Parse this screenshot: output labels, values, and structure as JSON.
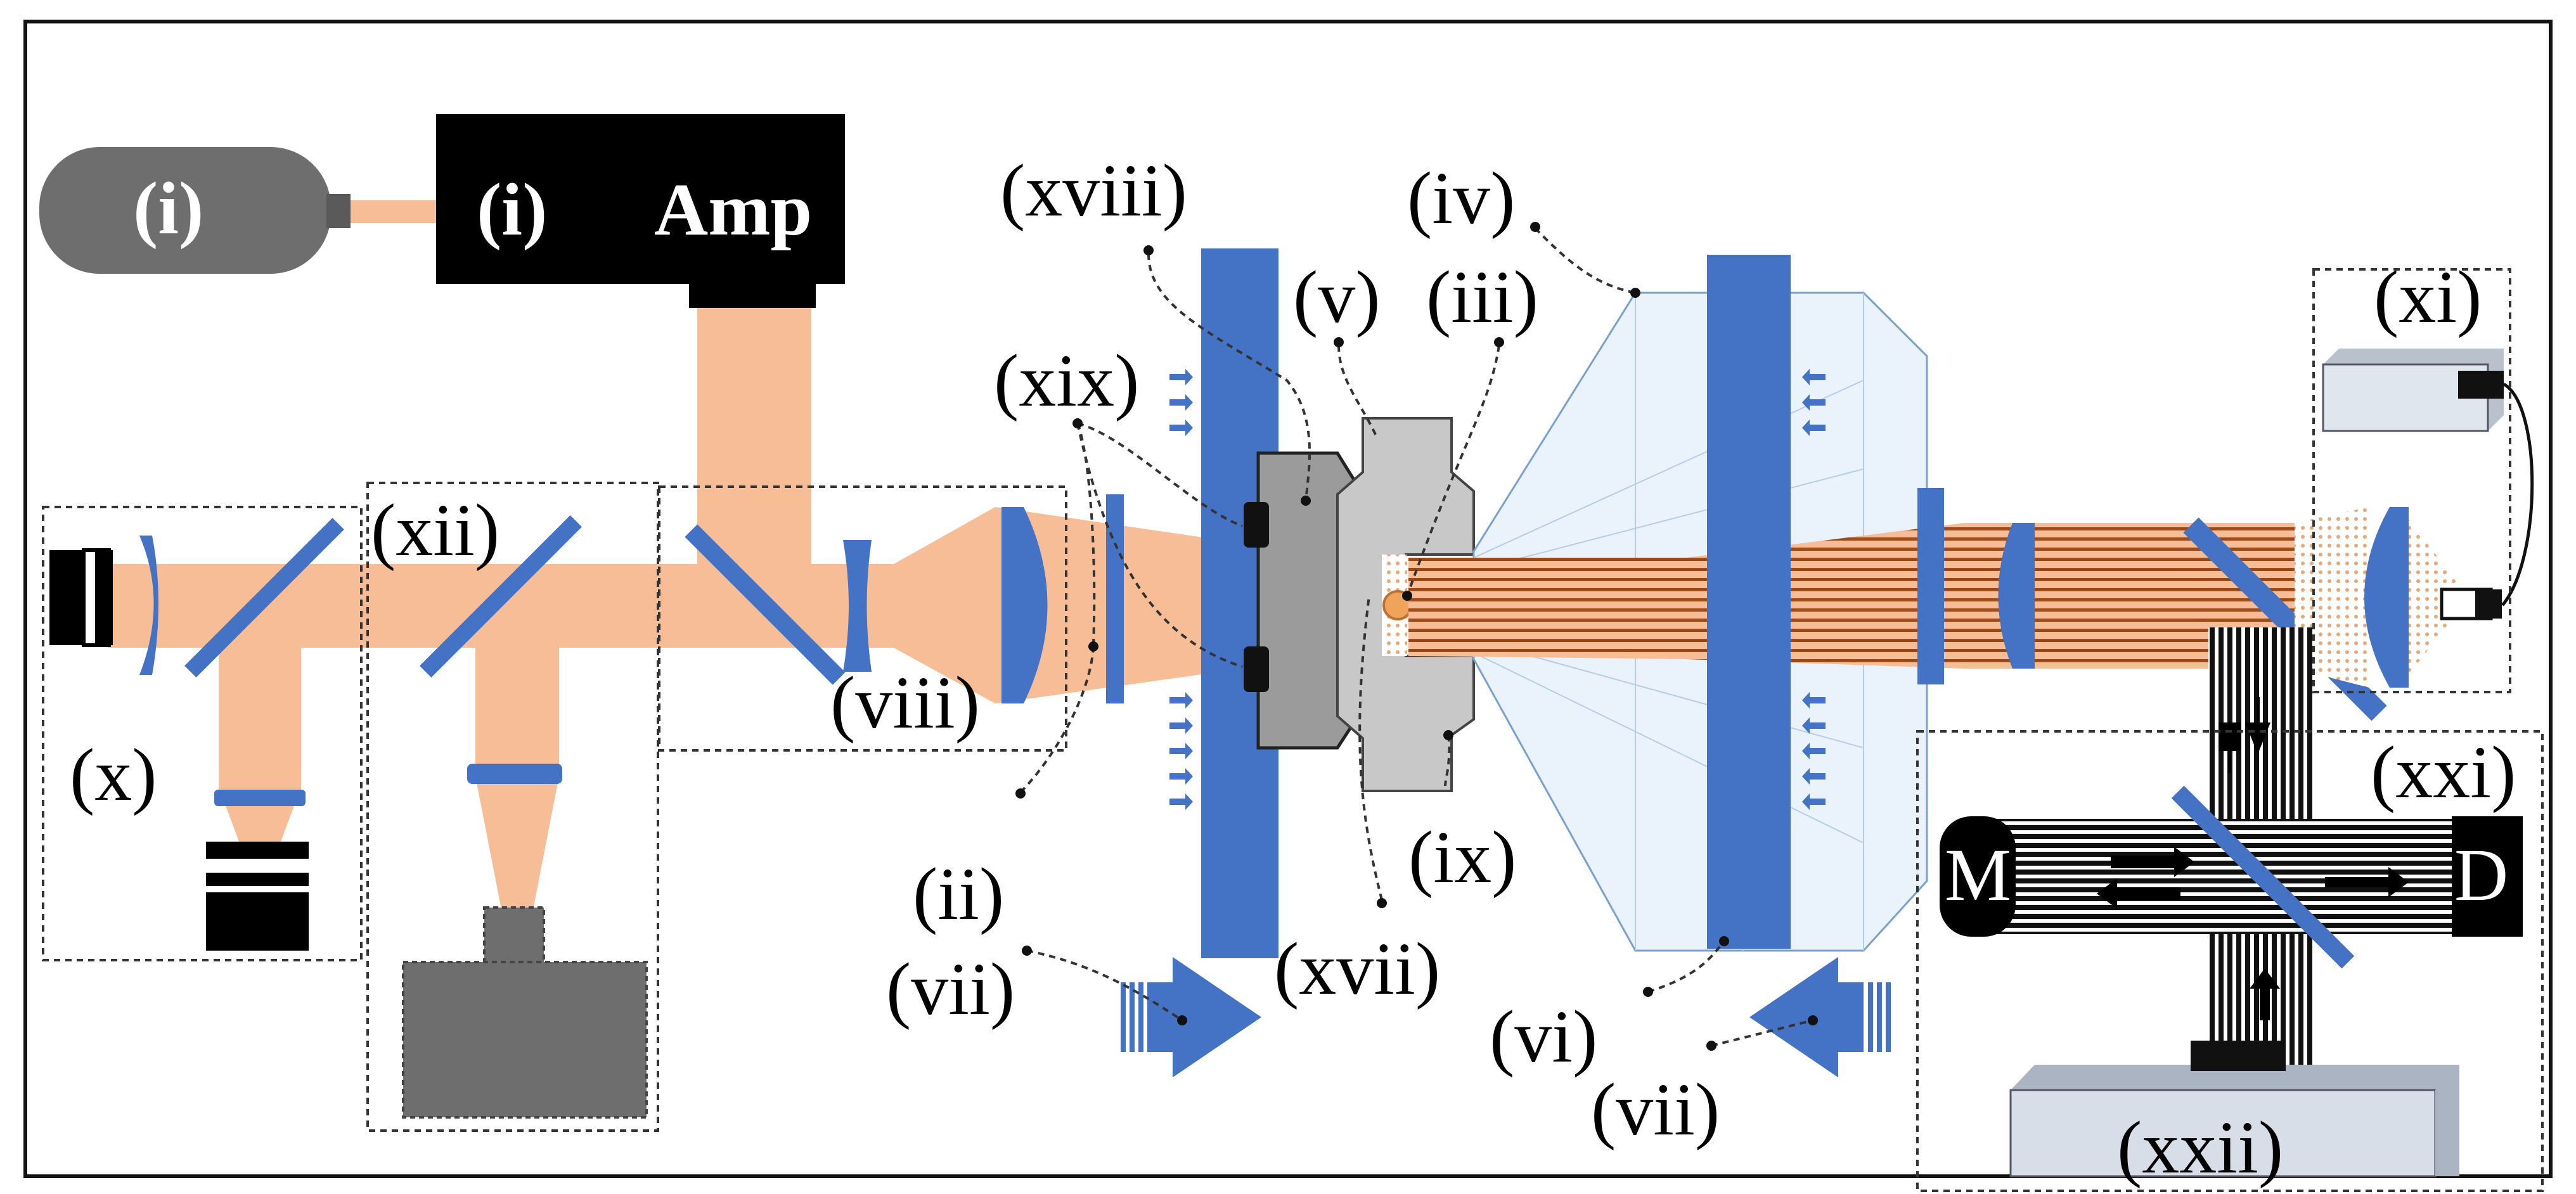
{
  "labels": {
    "laser": "(i)",
    "amplifier_i": "(i)",
    "amplifier_amp": "Amp",
    "ii": "(ii)",
    "iii": "(iii)",
    "iv": "(iv)",
    "v": "(v)",
    "vi": "(vi)",
    "vii_left": "(vii)",
    "vii_right": "(vii)",
    "viii": "(viii)",
    "ix": "(ix)",
    "x": "(x)",
    "xi": "(xi)",
    "xii": "(xii)",
    "xvii": "(xvii)",
    "xviii": "(xviii)",
    "xix": "(xix)",
    "xxi": "(xxi)",
    "xxii": "(xxii)",
    "mirror_m": "M",
    "detector_d": "D"
  },
  "colors": {
    "optic_blue": "#4472c4",
    "beam_orange": "#f6bd96",
    "dark_gray": "#6e6e6e",
    "light_gray": "#c8c8c8"
  }
}
